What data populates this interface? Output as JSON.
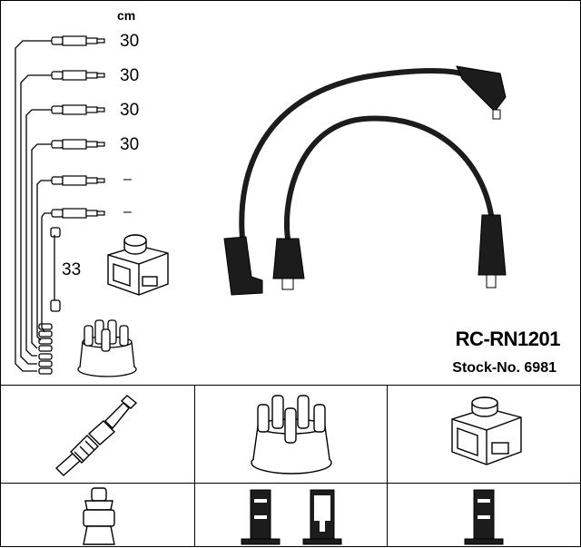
{
  "header": {
    "unit_label": "cm"
  },
  "cable_lengths": [
    "30",
    "30",
    "30",
    "30",
    "–",
    "–"
  ],
  "coil_lead_length": "33",
  "product": {
    "part_number": "RC-RN1201",
    "stock_number": "Stock-No. 6981"
  },
  "icons": {
    "cable_schematic": "ignition-cable-schematic-icon",
    "coil": "ignition-coil-icon",
    "distributor_cap": "distributor-cap-icon",
    "cables_photo": "ignition-cables-photo",
    "spark_plug": "spark-plug-icon",
    "plug_connector": "spark-plug-connector-icon",
    "boot_straight": "straight-boot-icon",
    "boot_angled": "angled-boot-icon"
  },
  "colors": {
    "line": "#000000",
    "cable": "#1c1c1c",
    "background": "#ffffff"
  }
}
